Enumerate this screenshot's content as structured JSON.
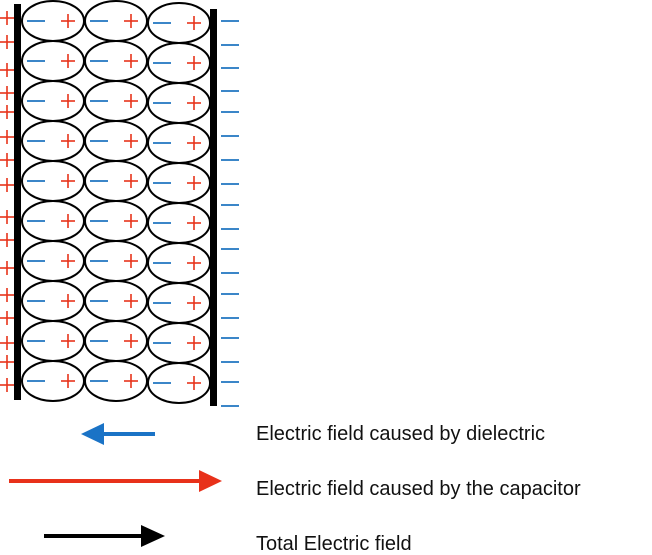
{
  "diagram": {
    "title": "Dielectric in a parallel-plate capacitor",
    "dielectric_grid": {
      "rows": 10,
      "columns": 3
    },
    "molecule": {
      "negative_symbol": "−",
      "positive_symbol": "+"
    },
    "left_plate": {
      "charge_symbol": "+",
      "charge_count": 16
    },
    "right_plate": {
      "charge_symbol": "−",
      "charge_count": 18
    },
    "colors": {
      "positive": "#e8331b",
      "negative": "#1f74c1",
      "plate": "#000000",
      "molecule_outline": "#000000"
    }
  },
  "legend": [
    {
      "label": "Electric field caused by dielectric",
      "direction": "left",
      "color": "#1a73c6",
      "icon": "arrow-left-icon"
    },
    {
      "label": "Electric field caused by the capacitor",
      "direction": "right",
      "color": "#e8311a",
      "icon": "arrow-right-icon"
    },
    {
      "label": "Total Electric field",
      "direction": "right",
      "color": "#000000",
      "icon": "arrow-right-icon"
    }
  ]
}
